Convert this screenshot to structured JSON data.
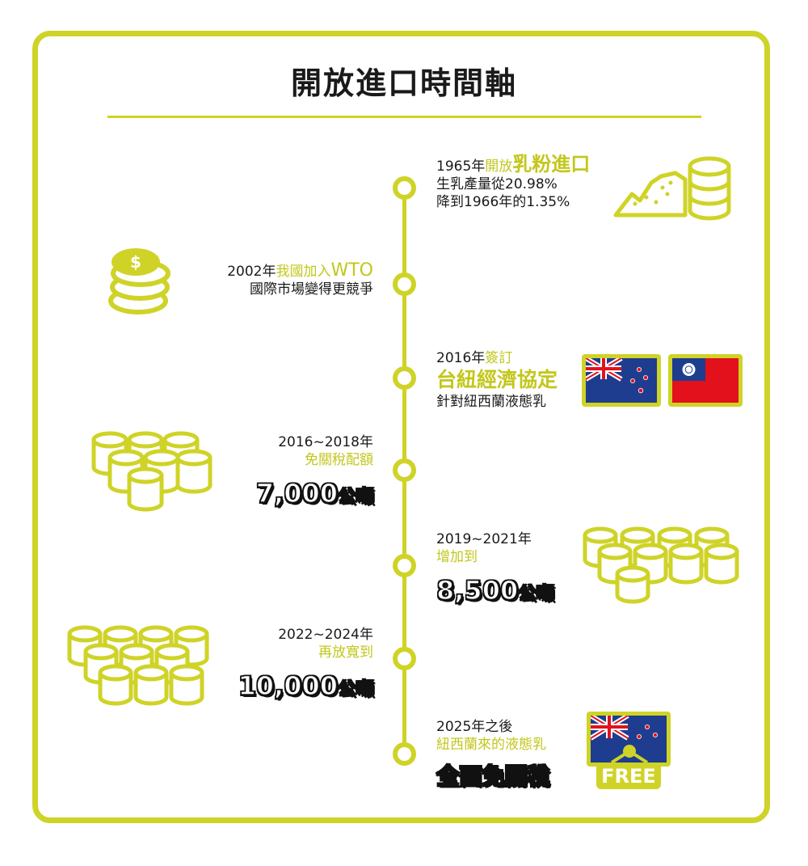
{
  "title": "開放進口時間軸",
  "colors": {
    "accent": "#cfd327",
    "nz_blue": "#1e3d8f",
    "tw_red": "#e2111b"
  },
  "events": [
    {
      "pre": "1965年",
      "hl": "開放",
      "hl_big": "乳粉進口",
      "line2": "生乳產量從20.98%",
      "line3": "降到1966年的1.35%",
      "icon": "milk-powder-and-cans-icon"
    },
    {
      "pre": "2002年",
      "hl": "我國加入",
      "hl_big": "WTO",
      "line2": "國際市場變得更競爭",
      "icon": "coins-stack-icon"
    },
    {
      "pre": "2016年",
      "hl": "簽訂",
      "hl_big": "台紐經濟協定",
      "line2": "針對紐西蘭液態乳",
      "icon": "nz-and-taiwan-flags-icon"
    },
    {
      "line1": "2016~2018年",
      "hl": "免關稅配額",
      "big": "7,000",
      "unit": "公噸",
      "icon": "can-stack-icon"
    },
    {
      "line1": "2019~2021年",
      "hl": "增加到",
      "big": "8,500",
      "unit": "公噸",
      "icon": "can-stack-icon"
    },
    {
      "line1": "2022~2024年",
      "hl": "再放寬到",
      "big": "10,000",
      "unit": "公噸",
      "icon": "can-stack-icon"
    },
    {
      "line1": "2025年之後",
      "hl": "紐西蘭來的液態乳",
      "big": "全面免關稅",
      "badge": "FREE",
      "icon": "nz-flag-free-badge-icon"
    }
  ]
}
